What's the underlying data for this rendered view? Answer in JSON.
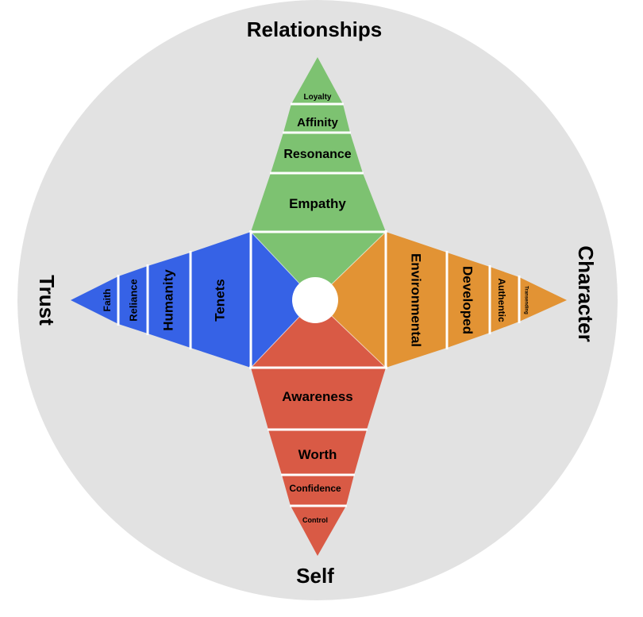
{
  "diagram": {
    "background_circle_color": "#e2e2e2",
    "center_dot_color": "#ffffff",
    "divider_color": "#ffffff",
    "quadrants": {
      "relationships": {
        "label": "Relationships",
        "color": "#7dc271",
        "layers": [
          "Loyalty",
          "Affinity",
          "Resonance",
          "Empathy"
        ]
      },
      "trust": {
        "label": "Trust",
        "color": "#3662e6",
        "layers": [
          "Faith",
          "Reliance",
          "Humanity",
          "Tenets"
        ]
      },
      "character": {
        "label": "Character",
        "color": "#e29334",
        "layers": [
          "Environmental",
          "Developed",
          "Authentic",
          "Transending"
        ]
      },
      "self": {
        "label": "Self",
        "color": "#d95a45",
        "layers": [
          "Awareness",
          "Worth",
          "Confidence",
          "Control"
        ]
      }
    }
  }
}
